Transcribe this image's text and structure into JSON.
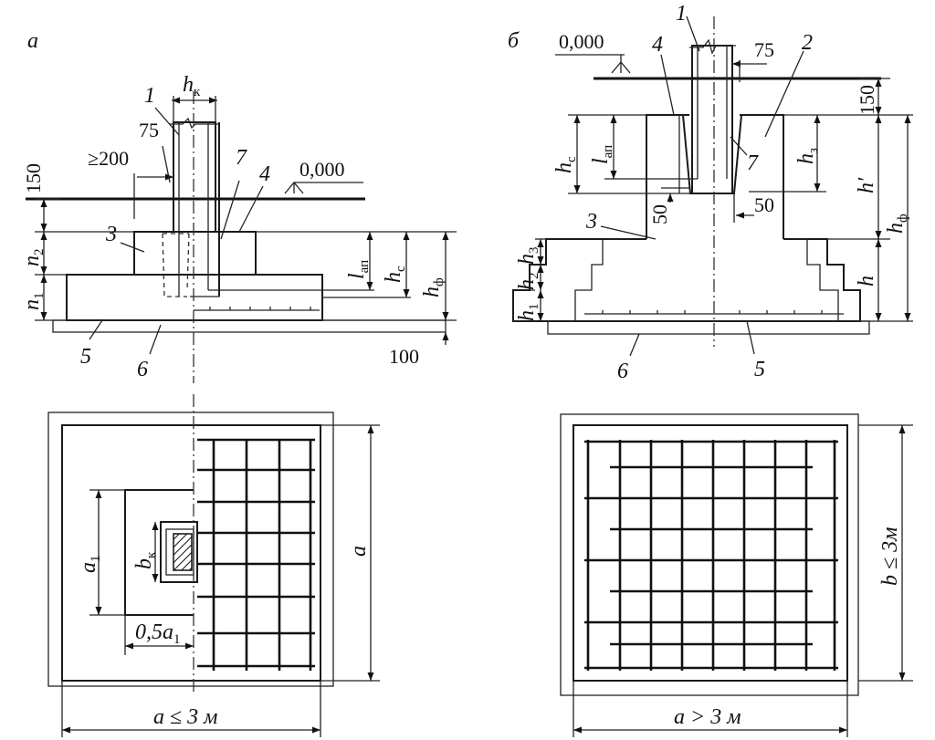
{
  "figure_a": {
    "panel_label": "а",
    "marks": {
      "m1": "1",
      "m3": "3",
      "m4": "4",
      "m5": "5",
      "m6": "6",
      "m7": "7"
    },
    "dims": {
      "d75": "75",
      "d200": "≥200",
      "d150": "150",
      "d100": "100",
      "level": "0,000",
      "hk": "h",
      "hk_sub": "к",
      "n2": "n",
      "n2_sub": "2",
      "n1": "n",
      "n1_sub": "1",
      "lan": "l",
      "lan_sub": "ап",
      "hc": "h",
      "hc_sub": "с",
      "hf": "h",
      "hf_sub": "ф"
    },
    "plan": {
      "a": "a",
      "a1": "a",
      "a1_sub": "1",
      "bk": "b",
      "bk_sub": "к",
      "half_a1_prefix": "0,5a",
      "half_a1_sub": "1",
      "width_label": "a ≤ 3 м"
    }
  },
  "figure_b": {
    "panel_label": "б",
    "marks": {
      "m1": "1",
      "m2": "2",
      "m3": "3",
      "m4": "4",
      "m5": "5",
      "m6": "6",
      "m7": "7"
    },
    "dims": {
      "d75": "75",
      "d150": "150",
      "d50a": "50",
      "d50b": "50",
      "level": "0,000",
      "hc": "h",
      "hc_sub": "с",
      "lan": "l",
      "lan_sub": "ап",
      "h3z": "h",
      "h3z_sub": "з",
      "hprime": "h′",
      "hf": "h",
      "hf_sub": "ф",
      "h": "h",
      "h1": "h",
      "h1_sub": "1",
      "h2": "h",
      "h2_sub": "2",
      "h3": "h",
      "h3_sub": "3"
    },
    "plan": {
      "b_label": "b ≤ 3м",
      "width_label": "a > 3 м"
    }
  }
}
